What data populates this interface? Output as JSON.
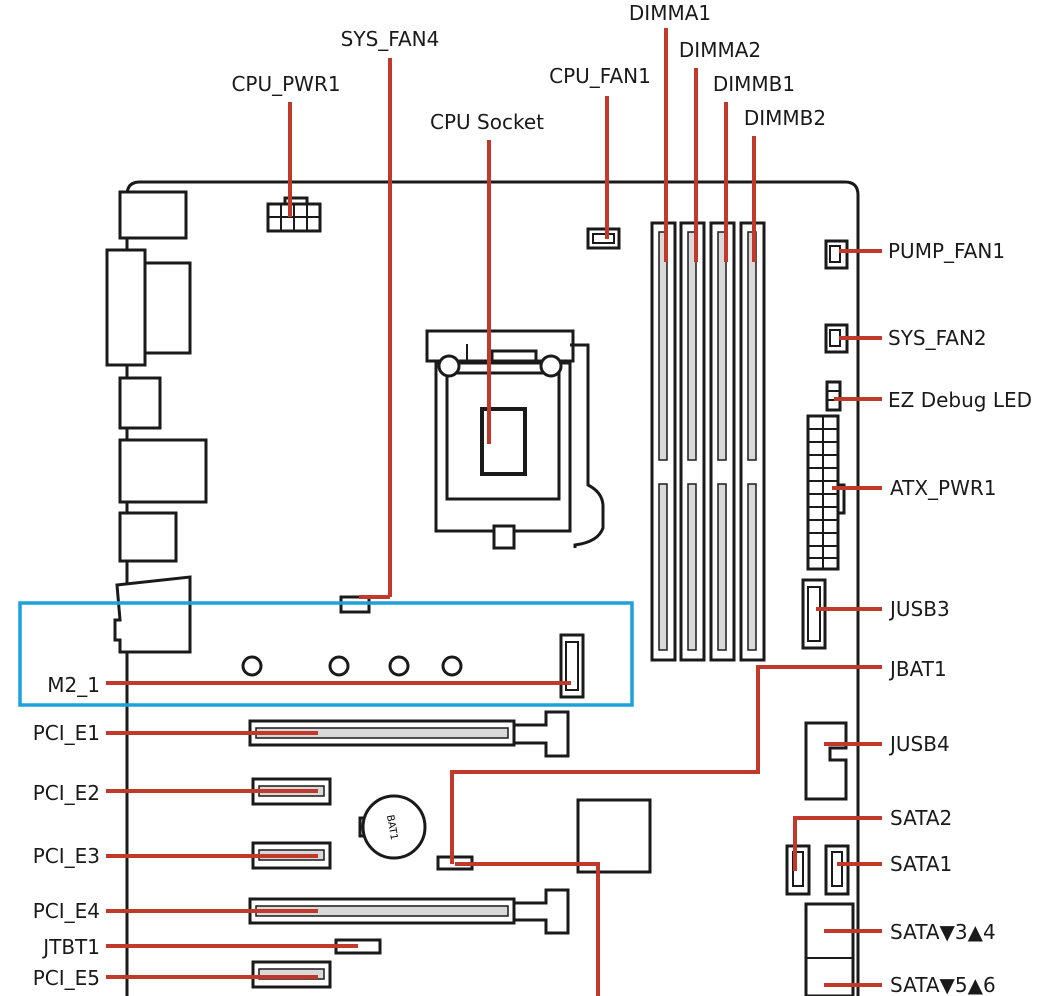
{
  "labels": {
    "dimma1": "DIMMA1",
    "sys_fan4": "SYS_FAN4",
    "dimma2": "DIMMA2",
    "cpu_pwr1": "CPU_PWR1",
    "cpu_fan1": "CPU_FAN1",
    "dimmb1": "DIMMB1",
    "cpu_socket": "CPU Socket",
    "dimmb2": "DIMMB2",
    "pump_fan1": "PUMP_FAN1",
    "sys_fan2": "SYS_FAN2",
    "ez_debug_led": "EZ Debug LED",
    "atx_pwr1": "ATX_PWR1",
    "jusb3": "JUSB3",
    "jbat1": "JBAT1",
    "m2_1": "M2_1",
    "pci_e1": "PCI_E1",
    "jusb4": "JUSB4",
    "pci_e2": "PCI_E2",
    "sata2": "SATA2",
    "pci_e3": "PCI_E3",
    "sata1": "SATA1",
    "pci_e4": "PCI_E4",
    "sata34": "SATA▼3▲4",
    "jtbt1": "JTBT1",
    "pci_e5": "PCI_E5",
    "sata56": "SATA▼5▲6",
    "battery_text": "BAT1"
  },
  "colors": {
    "leader": "#c0392b",
    "highlight": "#1da1d8",
    "outline": "#1a1a1a"
  }
}
